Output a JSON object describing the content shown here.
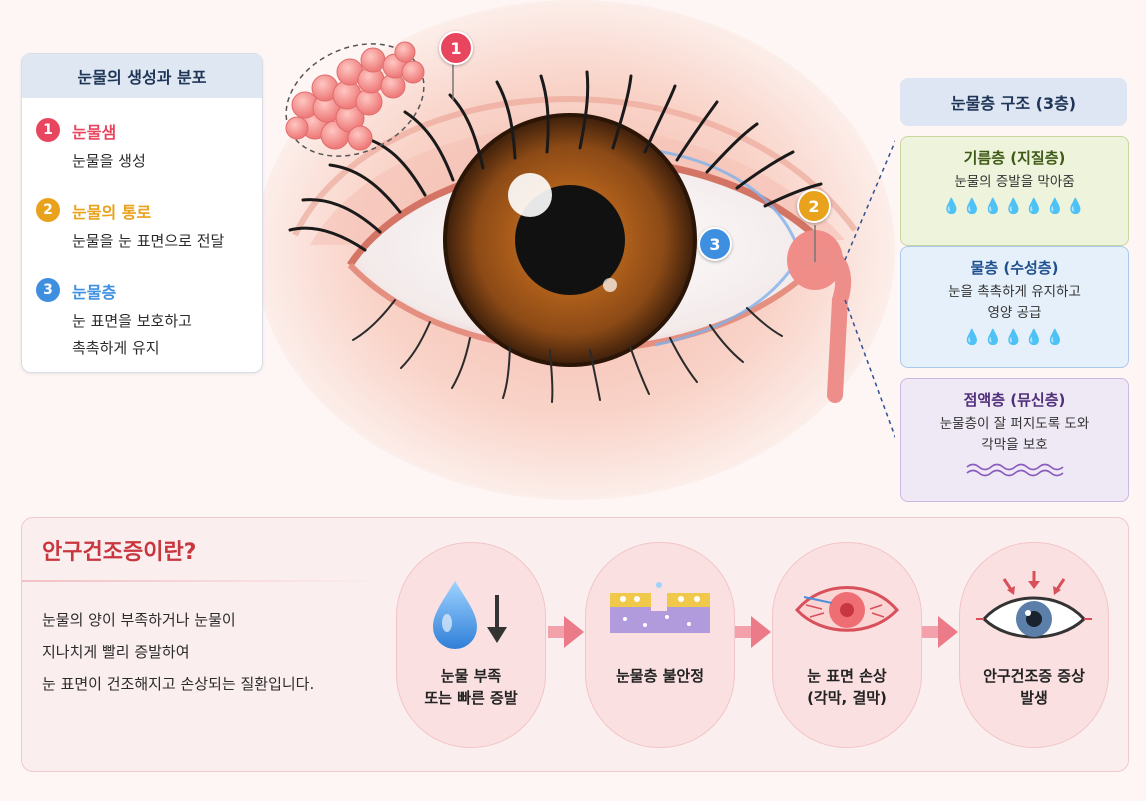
{
  "distribution_panel": {
    "title": "눈물의 생성과 분포",
    "items": [
      {
        "number": "1",
        "title": "눈물샘",
        "lines": [
          "눈물을 생성"
        ],
        "color": "#e8465f"
      },
      {
        "number": "2",
        "title": "눈물의 통로",
        "lines": [
          "눈물을 눈 표면으로 전달"
        ],
        "color": "#e8a21c"
      },
      {
        "number": "3",
        "title": "눈물층",
        "lines": [
          "눈 표면을 보호하고",
          "촉촉하게 유지"
        ],
        "color": "#3f8fe0"
      }
    ]
  },
  "markers": [
    {
      "number": "1",
      "color": "#e8465f"
    },
    {
      "number": "2",
      "color": "#e8a21c"
    },
    {
      "number": "3",
      "color": "#3f8fe0"
    }
  ],
  "layer_panel": {
    "title": "눈물층 구조 (3층)",
    "layers": [
      {
        "title": "기름층 (지질층)",
        "lines": [
          "눈물의 증발을 막아줌"
        ],
        "icon": "oil-drop-icon",
        "bg": "#eef3dc",
        "border": "#c9d79f",
        "title_color": "#3e5a16"
      },
      {
        "title": "물층 (수성층)",
        "lines": [
          "눈을 촉촉하게 유지하고",
          "영양 공급"
        ],
        "icon": "water-drop-icon",
        "bg": "#e6f0fa",
        "border": "#aac9ea",
        "title_color": "#1e4f8f"
      },
      {
        "title": "점액층 (뮤신층)",
        "lines": [
          "눈물층이 잘 퍼지도록 도와",
          "각막을 보호"
        ],
        "icon": "wave-icon",
        "bg": "#efe8f5",
        "border": "#cdb8e0",
        "title_color": "#4f2f7a"
      }
    ]
  },
  "dry_eye": {
    "title": "안구건조증이란?",
    "description": [
      "눈물의 양이 부족하거나 눈물이",
      "지나치게 빨리 증발하여",
      "눈 표면이 건조해지고 손상되는 질환입니다."
    ],
    "steps": [
      {
        "lines": [
          "눈물 부족",
          "또는 빠른 증발"
        ],
        "icon": "water-drop-down-arrow-icon"
      },
      {
        "lines": [
          "눈물층 불안정"
        ],
        "icon": "unstable-tear-film-icon"
      },
      {
        "lines": [
          "눈 표면 손상",
          "(각막, 결막)"
        ],
        "icon": "red-eye-icon"
      },
      {
        "lines": [
          "안구건조증 증상",
          "발생"
        ],
        "icon": "irritated-eye-icon"
      }
    ]
  }
}
